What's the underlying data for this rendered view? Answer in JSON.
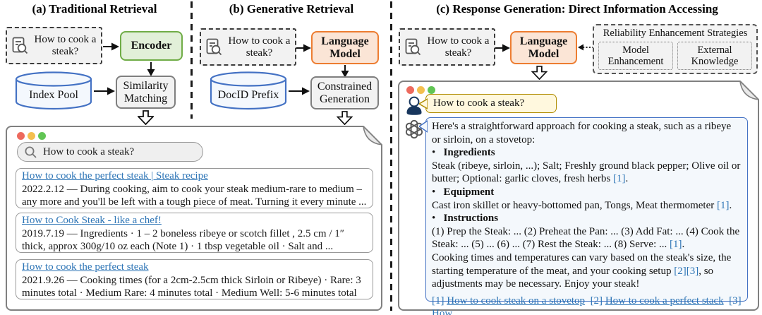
{
  "colors": {
    "encoder_fill": "#E2F0D9",
    "encoder_border": "#70AD47",
    "language_model_fill": "#FBE5D6",
    "language_model_border": "#ED7D31",
    "process_fill": "#F2F2F2",
    "process_border": "#7F7F7F",
    "cylinder_stroke": "#4472C4",
    "cylinder_fill": "#F4F8FD",
    "link_blue": "#2E75B6",
    "user_bubble_fill": "#FFF8DE",
    "user_bubble_border": "#B08C00",
    "assistant_bubble_fill": "#F4F8FC",
    "assistant_bubble_border": "#4472C4",
    "traffic_red": "#ED6A5E",
    "traffic_yellow": "#F4BF4F",
    "traffic_green": "#61C554"
  },
  "panel_a": {
    "title": "(a) Traditional Retrieval",
    "query": "How to cook a steak?",
    "encoder_label": "Encoder",
    "index_pool_label": "Index Pool",
    "similarity_label": "Similarity Matching"
  },
  "panel_b": {
    "title": "(b) Generative Retrieval",
    "query": "How to cook a steak?",
    "language_model_label": "Language Model",
    "docid_label": "DocID Prefix",
    "constrained_label": "Constrained Generation"
  },
  "panel_c": {
    "title": "(c) Response Generation: Direct Information Accessing",
    "query": "How to cook a steak?",
    "language_model_label": "Language Model",
    "reliability_title": "Reliability Enhancement Strategies",
    "strategy_1": "Model Enhancement",
    "strategy_2": "External Knowledge"
  },
  "results_window": {
    "search_value": "How to cook a steak?",
    "results": [
      {
        "link": "How to cook the perfect steak | Steak recipe",
        "snippet": "2022.2.12 — During cooking, aim to cook your steak medium-rare to medium – any more and you'll be left with a tough piece of meat. Turning it every minute ..."
      },
      {
        "link": "How to Cook Steak - like a chef!",
        "snippet": "2019.7.19 — Ingredients · 1 – 2 boneless ribeye or scotch fillet , 2.5 cm / 1″ thick, approx 300g/10 oz each (Note 1) · 1 tbsp vegetable oil · Salt and ..."
      },
      {
        "link": "How to cook the perfect steak",
        "snippet": "2021.9.26 — Cooking times (for a 2cm-2.5cm thick Sirloin or Ribeye) · Rare: 3 minutes total · Medium Rare: 4 minutes total · Medium Well: 5-6 minutes total ..."
      }
    ]
  },
  "chat_window": {
    "user_message": "How to cook a steak?",
    "assistant_lines": [
      {
        "segments": [
          {
            "style": "plain",
            "text": "Here's a straightforward approach for cooking a steak, such as a ribeye or sirloin, on a stovetop:"
          }
        ]
      },
      {
        "segments": [
          {
            "style": "plain",
            "text": "•   "
          },
          {
            "style": "bold",
            "text": "Ingredients"
          }
        ]
      },
      {
        "segments": [
          {
            "style": "plain",
            "text": "Steak (ribeye, sirloin, ...); Salt; Freshly ground black pepper; Olive oil or butter; Optional: garlic cloves, fresh herbs "
          },
          {
            "style": "cite",
            "text": "[1]"
          },
          {
            "style": "plain",
            "text": "."
          }
        ]
      },
      {
        "segments": [
          {
            "style": "plain",
            "text": "•   "
          },
          {
            "style": "bold",
            "text": "Equipment"
          }
        ]
      },
      {
        "segments": [
          {
            "style": "plain",
            "text": "Cast iron skillet or heavy-bottomed pan, Tongs, Meat thermometer "
          },
          {
            "style": "cite",
            "text": "[1]"
          },
          {
            "style": "plain",
            "text": "."
          }
        ]
      },
      {
        "segments": [
          {
            "style": "plain",
            "text": "•   "
          },
          {
            "style": "bold",
            "text": "Instructions"
          }
        ]
      },
      {
        "segments": [
          {
            "style": "plain",
            "text": "(1) Prep the Steak: ... (2) Preheat the Pan: ... (3) Add Fat: ... (4) Cook the Steak: ... (5) ... (6) ... (7) Rest the Steak: ... (8) Serve: ... "
          },
          {
            "style": "cite",
            "text": "[1]"
          },
          {
            "style": "plain",
            "text": "."
          }
        ]
      },
      {
        "segments": [
          {
            "style": "plain",
            "text": "Cooking times and temperatures can vary based on the steak's size, the starting temperature of the meat, and your cooking setup "
          },
          {
            "style": "cite",
            "text": "[2][3]"
          },
          {
            "style": "plain",
            "text": ", so adjustments may be necessary. Enjoy your steak!"
          }
        ]
      }
    ],
    "references": [
      {
        "style": "cite",
        "text": "[1] "
      },
      {
        "style": "link",
        "text": "How to cook steak on a stovetop"
      },
      {
        "style": "cite",
        "text": "  [2] "
      },
      {
        "style": "link",
        "text": "How to cook a perfect stack"
      },
      {
        "style": "cite",
        "text": "  [3] "
      },
      {
        "style": "link",
        "text": "How ..."
      }
    ]
  }
}
